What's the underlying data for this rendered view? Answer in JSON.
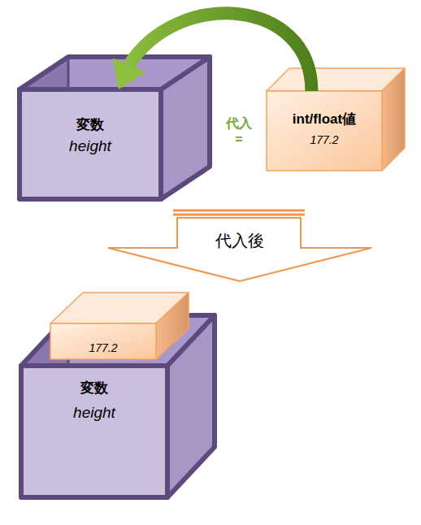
{
  "diagram": {
    "nodes": [
      {
        "text": [
          "変数",
          "height"
        ]
      },
      {
        "text": [
          "int/float値",
          "177.2"
        ]
      },
      {
        "text": [
          "代入後"
        ]
      },
      {
        "text": [
          "変数",
          "height"
        ]
      },
      {
        "text": [
          "177.2"
        ],
        "in": 3
      }
    ],
    "edges": [
      {
        "from": 1,
        "to": 0,
        "arrow": "to"
      }
    ],
    "labels": [
      "代入",
      "="
    ]
  }
}
